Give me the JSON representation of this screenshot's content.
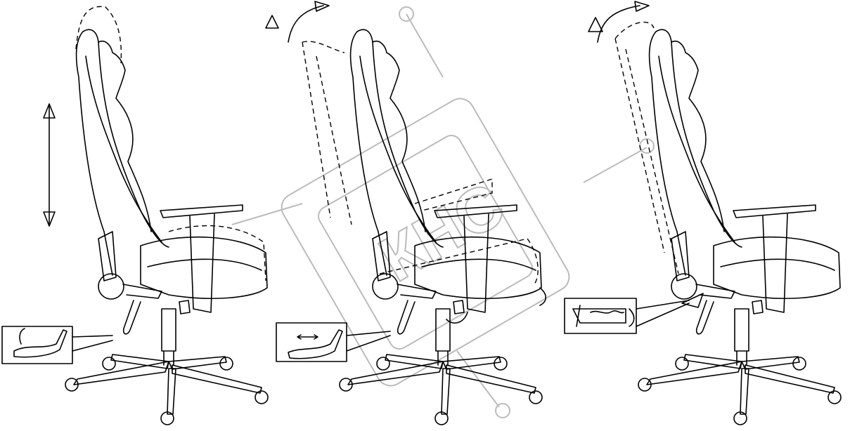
{
  "watermark": {
    "text": "КНС",
    "color": "#bbbbbb"
  },
  "line_color": "#000000",
  "panels": [
    {
      "id": "height",
      "inset": "lever-lift"
    },
    {
      "id": "armrest",
      "inset": "lever-slide"
    },
    {
      "id": "recline",
      "inset": "ratchet"
    }
  ]
}
